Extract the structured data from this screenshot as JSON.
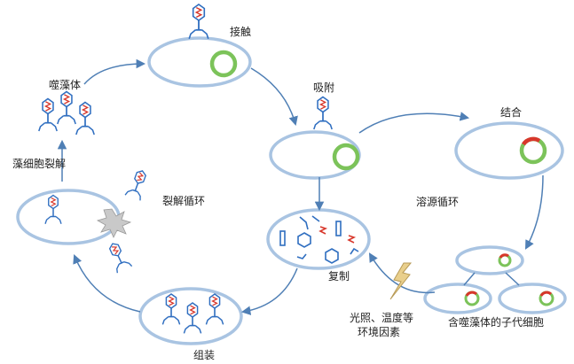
{
  "labels": {
    "contact": "接触",
    "adsorption": "吸附",
    "combine": "结合",
    "phage": "噬藻体",
    "lysis_release": "藻细胞裂解",
    "lytic_cycle": "裂解循环",
    "lysogenic_cycle": "溶源循环",
    "replication": "复制",
    "assembly": "组装",
    "env_factors_line1": "光照、温度等",
    "env_factors_line2": "环境因素",
    "daughter_cells": "含噬藻体的子代细胞"
  },
  "colors": {
    "cell_outline": "#a9c4e2",
    "arrow": "#4f7fb5",
    "phage": "#2f6ec0",
    "dna": "#d8372b",
    "bacterial_dna": "#7cc35a",
    "lightning": "#e9cf8c"
  }
}
